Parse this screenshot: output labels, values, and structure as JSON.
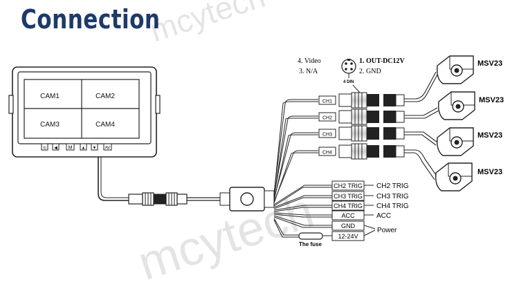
{
  "title": "Connection",
  "monitor": {
    "quadrants": [
      "CAM1",
      "CAM2",
      "CAM3",
      "CAM4"
    ],
    "buttons": [
      "⊙",
      "◀",
      "M",
      "▲",
      "▼",
      "AV"
    ]
  },
  "pinout": {
    "pin4": "4. Video",
    "pin3": "3. N/A",
    "pin1": "1. OUT-DC12V",
    "pin2": "2. GND",
    "connector": "4 DIN"
  },
  "channels": [
    "CH1",
    "CH2",
    "CH3",
    "CH4"
  ],
  "cameras": [
    "MSV23",
    "MSV23",
    "MSV23",
    "MSV23"
  ],
  "trigger_wires": [
    {
      "tag": "CH2 TRIG",
      "label": "CH2 TRIG"
    },
    {
      "tag": "CH3 TRIG",
      "label": "CH3 TRIG"
    },
    {
      "tag": "CH4 TRIG",
      "label": "CH4 TRIG"
    },
    {
      "tag": "ACC",
      "label": "ACC"
    }
  ],
  "power": {
    "gnd": "GND",
    "v": "12-24V",
    "label": "Power",
    "fuse": "The fuse"
  },
  "watermark": "mcytech"
}
